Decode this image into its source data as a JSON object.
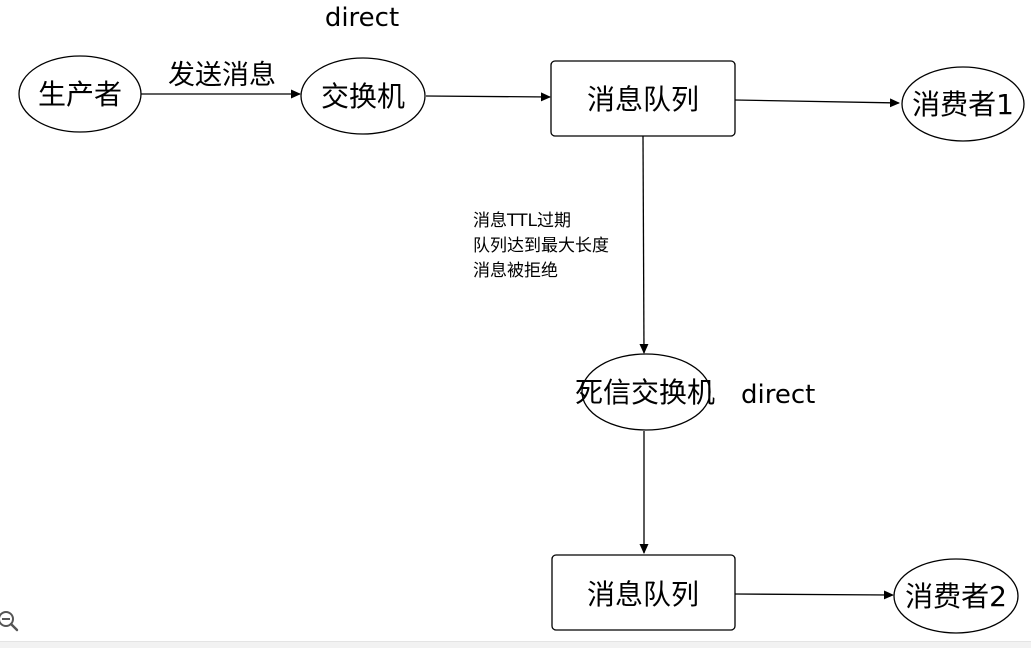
{
  "nodes": {
    "producer": "生产者",
    "exchange": "交换机",
    "queue_main": "消息队列",
    "consumer1": "消费者1",
    "dlx": "死信交换机",
    "queue_dead": "消息队列",
    "consumer2": "消费者2"
  },
  "edges": {
    "send": "发送消息"
  },
  "exchange_types": {
    "main": "direct",
    "dlx": "direct"
  },
  "dead_letter_conditions": [
    "消息TTL过期",
    "队列达到最大长度",
    "消息被拒绝"
  ],
  "icons": {
    "zoom": "zoom-out-icon"
  },
  "colors": {
    "stroke": "#000000",
    "fill": "#ffffff",
    "background": "#ffffff"
  }
}
